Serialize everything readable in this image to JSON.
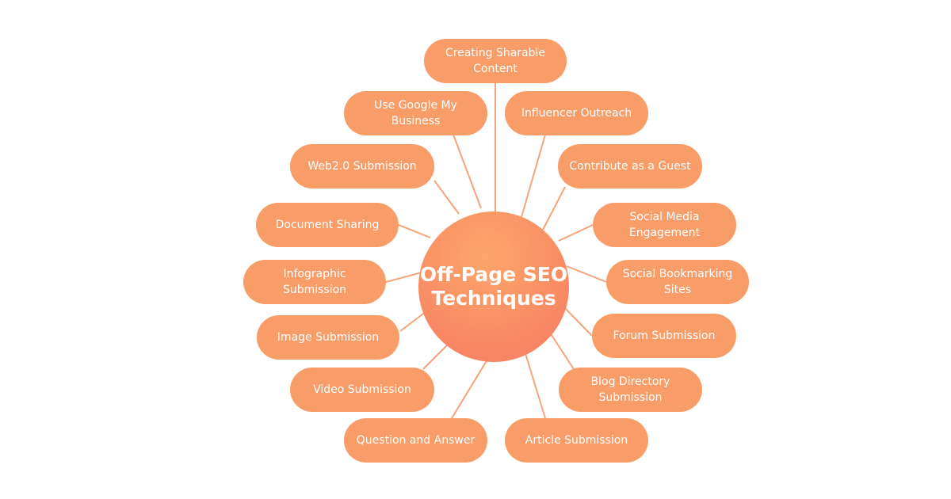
{
  "diagram": {
    "center_title": "Off-Page SEO\nTechniques",
    "colors": {
      "node": "#f99d68",
      "connector": "#f7a37a",
      "text": "#ffffff"
    },
    "nodes": [
      {
        "label": "Creating Sharable\nContent"
      },
      {
        "label": "Influencer Outreach"
      },
      {
        "label": "Contribute as a Guest"
      },
      {
        "label": "Social Media\nEngagement"
      },
      {
        "label": "Social Bookmarking\nSites"
      },
      {
        "label": "Forum Submission"
      },
      {
        "label": "Blog Directory\nSubmission"
      },
      {
        "label": "Article Submission"
      },
      {
        "label": "Question and Answer"
      },
      {
        "label": "Video Submission"
      },
      {
        "label": "Image Submission"
      },
      {
        "label": "Infographic\nSubmission"
      },
      {
        "label": "Document Sharing"
      },
      {
        "label": "Web2.0 Submission"
      },
      {
        "label": "Use Google My\nBusiness"
      }
    ]
  }
}
